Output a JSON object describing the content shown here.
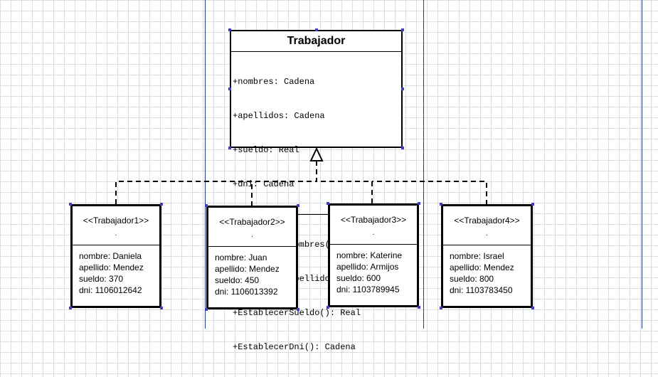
{
  "class": {
    "name": "Trabajador",
    "attributes": [
      "+nombres: Cadena",
      "+apellidos: Cadena",
      "+sueldo: Real",
      "+dni: Cadena"
    ],
    "methods": [
      "+EstablecerNombres(): Cadena",
      "+EstablecerApellidos(): Cadena",
      "+EstablecerSueldo(): Real",
      "+EstablecerDni(): Cadena"
    ]
  },
  "objects": [
    {
      "stereotype": "<<Trabajador1>>",
      "dot": ".",
      "fields": [
        "nombre: Daniela",
        "apellido: Mendez",
        "sueldo: 370",
        "dni: 1106012642"
      ]
    },
    {
      "stereotype": "<<Trabajador2>>",
      "dot": ".",
      "fields": [
        "nombre: Juan",
        "apellido: Mendez",
        "sueldo: 450",
        "dni: 1106013392"
      ]
    },
    {
      "stereotype": "<<Trabajador3>>",
      "dot": ".",
      "fields": [
        "nombre: Katerine",
        "apellido: Armijos",
        "sueldo: 600",
        "dni: 1103789945"
      ]
    },
    {
      "stereotype": "<<Trabajador4>>",
      "dot": ".",
      "fields": [
        "nombre: Israel",
        "apellido: Mendez",
        "sueldo: 800",
        "dni: 1103783450"
      ]
    }
  ],
  "colors": {
    "page_border": "#2a3a8a",
    "grid": "#d9dde3",
    "handles": "#3f3fbf",
    "lines": "#000000"
  }
}
